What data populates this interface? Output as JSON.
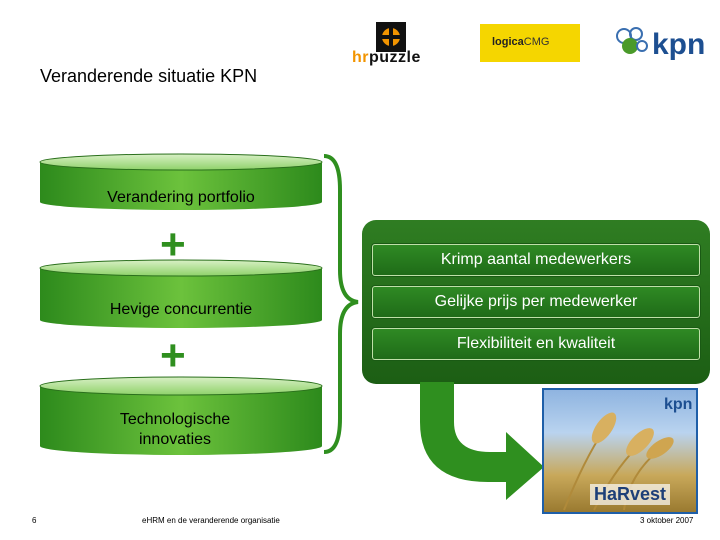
{
  "title": "Veranderende situatie KPN",
  "logos": {
    "hrpuzzle_a": "hr",
    "hrpuzzle_b": "puzzle",
    "logica_a": "logica",
    "logica_b": "CMG",
    "kpn": "kpn",
    "harvest_kpn": "kpn",
    "harvest": "HaRvest"
  },
  "cylinders": [
    {
      "label": "Verandering portfolio"
    },
    {
      "label": "Hevige concurrentie"
    },
    {
      "label": "Technologische innovaties"
    }
  ],
  "plus_symbol": "+",
  "outcomes": [
    "Krimp aantal medewerkers",
    "Gelijke prijs per medewerker",
    "Flexibiliteit en kwaliteit"
  ],
  "footer": {
    "page": "6",
    "center": "eHRM en de veranderende organisatie",
    "date": "3 oktober 2007"
  },
  "colors": {
    "green_dark": "#1e6b18",
    "green_light": "#5fb33a",
    "accent_orange": "#f29400"
  }
}
